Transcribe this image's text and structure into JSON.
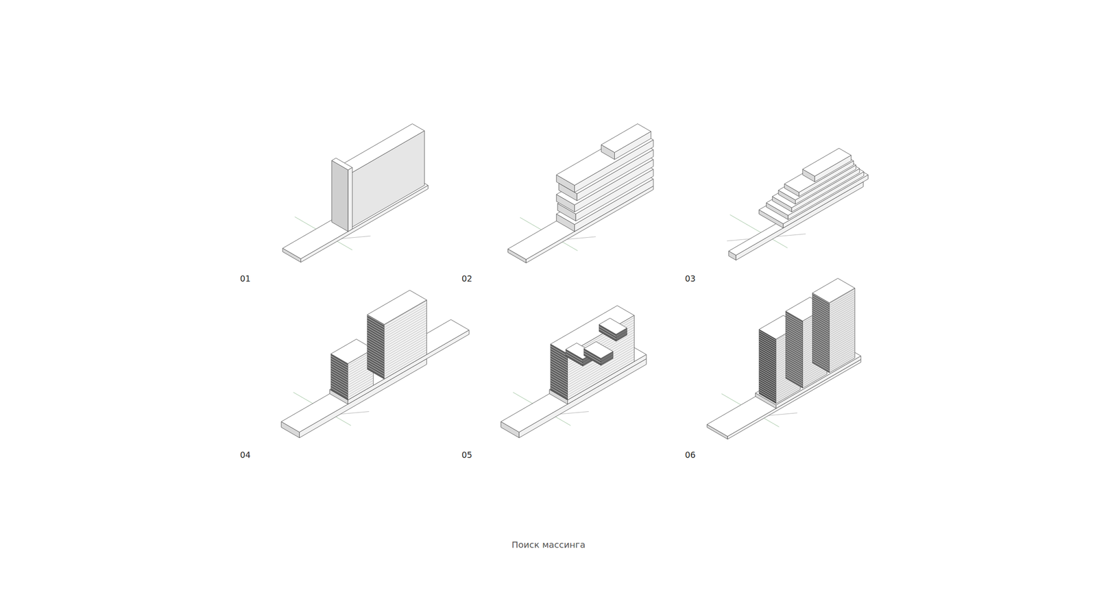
{
  "diagram": {
    "caption": "Поиск массинга",
    "labels": [
      "01",
      "02",
      "03",
      "04",
      "05",
      "06"
    ]
  }
}
